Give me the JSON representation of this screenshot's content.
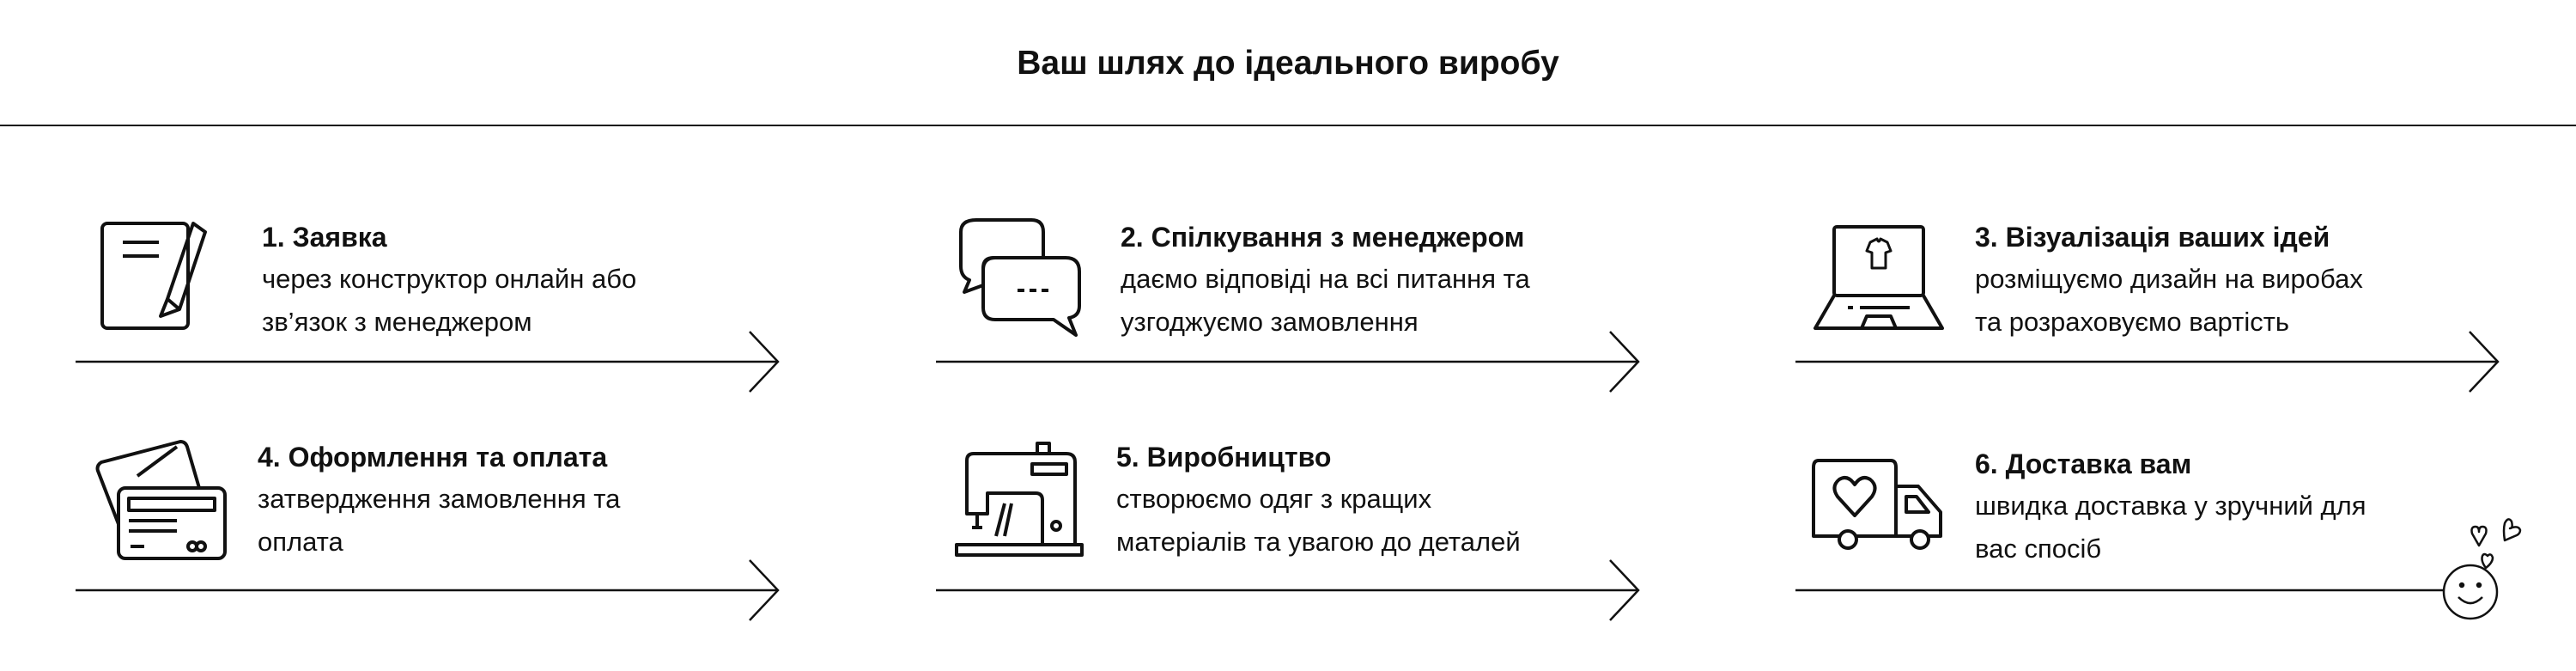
{
  "title": "Ваш шлях до ідеального виробу",
  "steps": [
    {
      "heading": "1. Заявка",
      "line1": "через конструктор онлайн або",
      "line2": "зв’язок з менеджером",
      "icon": "form-pencil-icon"
    },
    {
      "heading": "2. Спілкування з менеджером",
      "line1": "даємо відповіді на всі питання та",
      "line2": "узгоджуємо замовлення",
      "icon": "chat-bubbles-icon"
    },
    {
      "heading": "3. Візуалізація ваших ідей",
      "line1": "розміщуємо дизайн на виробах",
      "line2": "та розраховуємо вартість",
      "icon": "laptop-tshirt-icon"
    },
    {
      "heading": "4. Оформлення та оплата",
      "line1": "затвердження замовлення та",
      "line2": "оплата",
      "icon": "payment-cards-icon"
    },
    {
      "heading": "5. Виробництво",
      "line1": "створюємо одяг з кращих",
      "line2": "матеріалів та увагою до деталей",
      "icon": "sewing-machine-icon"
    },
    {
      "heading": "6. Доставка вам",
      "line1": "швидка доставка у зручний для",
      "line2": "вас спосіб",
      "icon": "delivery-truck-icon"
    }
  ]
}
